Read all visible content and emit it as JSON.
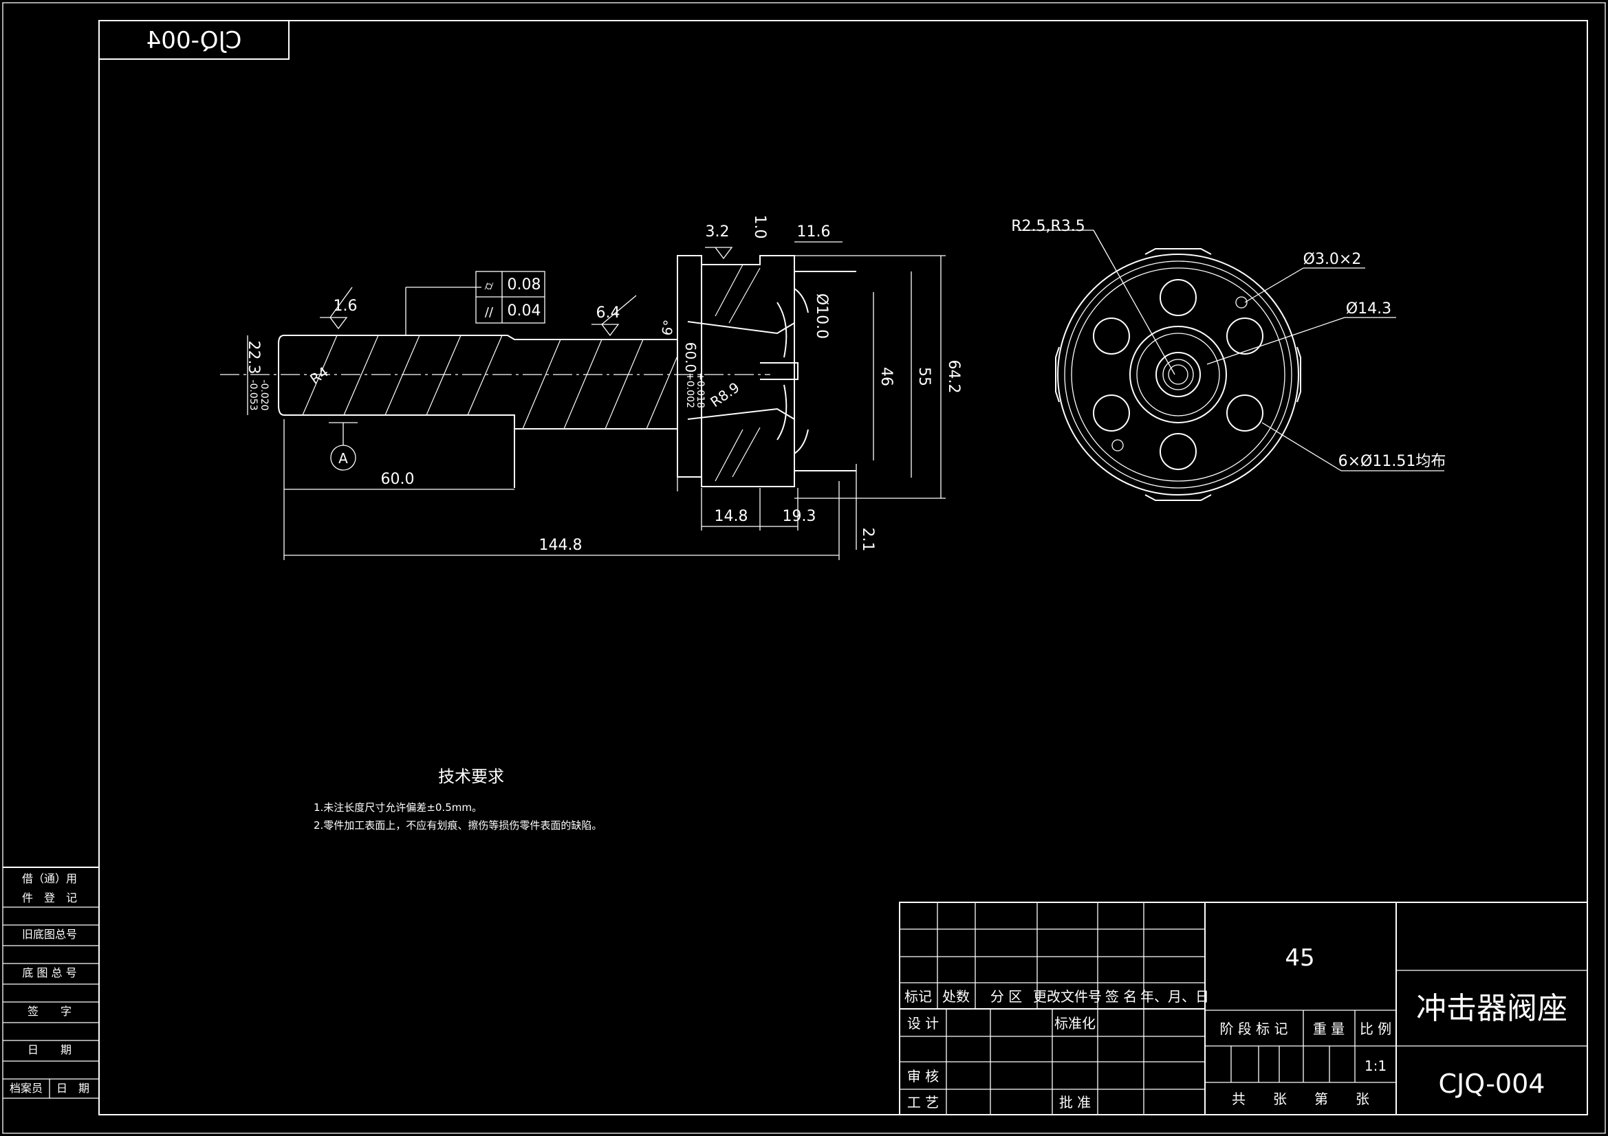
{
  "drawing_number_mirrored": "CJQ-004",
  "dimensions": {
    "d_60": "60.0",
    "d_144_8": "144.8",
    "d_14_8": "14.8",
    "d_19_3": "19.3",
    "d_11_6": "11.6",
    "d_3_2": "3.2",
    "d_1_0": "1.0",
    "d_2_1": "2.1",
    "d_46": "46",
    "d_55": "55",
    "d_64_2": "64.2",
    "d_phi10": "Ø10.0",
    "d_22_3": "22.3",
    "tol_22_upper": "-0.020",
    "tol_22_lower": "-0.053",
    "d_phi60": "60.0",
    "tol_60_upper": "+0.018",
    "tol_60_lower": "+0.002",
    "r4": "R4",
    "r8_9": "R8.9",
    "angle": "6°",
    "rough_1_6": "1.6",
    "rough_6_4": "6.4",
    "tol_flat": "0.08",
    "tol_parallel": "0.04",
    "datum": "A",
    "r_fillets": "R2.5,R3.5",
    "holes_small": "Ø3.0×2",
    "center_dia": "Ø14.3",
    "holes_pattern": "6×Ø11.51均布"
  },
  "tech": {
    "title": "技术要求",
    "item1": "1.未注长度尺寸允许偏差±0.5mm。",
    "item2": "2.零件加工表面上，不应有划痕、擦伤等损伤零件表面的缺陷。"
  },
  "side_block": {
    "row1a": "借（通）用",
    "row1b": "件　登　记",
    "row2": "旧底图总号",
    "row3": "底 图 总 号",
    "row4": "签　　字",
    "row5": "日　　期",
    "row6a": "档案员",
    "row6b": "日　期"
  },
  "title_block": {
    "mark": "标记",
    "count": "处数",
    "zone": "分 区",
    "doc_no": "更改文件号",
    "sign": "签 名",
    "date": "年、月、日",
    "design": "设 计",
    "standard": "标准化",
    "review": "审 核",
    "process": "工 艺",
    "approve": "批 准",
    "material": "45",
    "stage": "阶 段 标 记",
    "weight": "重 量",
    "scale": "比 例",
    "scale_value": "1:1",
    "sheets": "共　　张　　第　　张",
    "part_name": "冲击器阀座",
    "drawing_no": "CJQ-004"
  }
}
